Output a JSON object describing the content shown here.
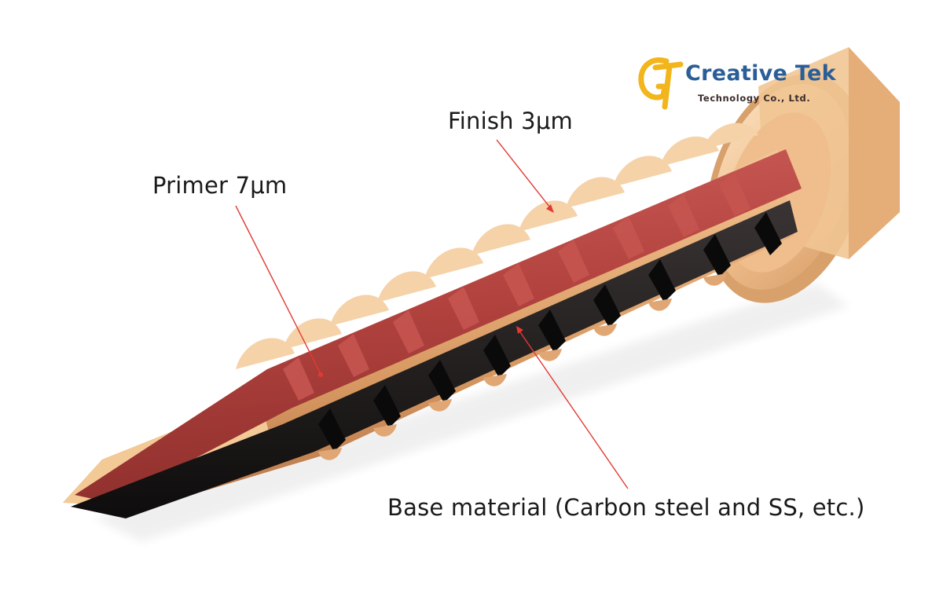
{
  "logo": {
    "company_name": "Creative Tek",
    "company_subtitle": "Technology Co., Ltd."
  },
  "callouts": {
    "finish": "Finish 3μm",
    "primer": "Primer 7μm",
    "base": "Base material (Carbon steel and SS, etc.)"
  },
  "colors": {
    "finish_gold": "#e8b27f",
    "primer_red": "#b84844",
    "base_black": "#1c1a1a",
    "leader_line": "#e23a33",
    "logo_blue": "#2b5e97",
    "logo_yellow": "#f2b51b"
  }
}
